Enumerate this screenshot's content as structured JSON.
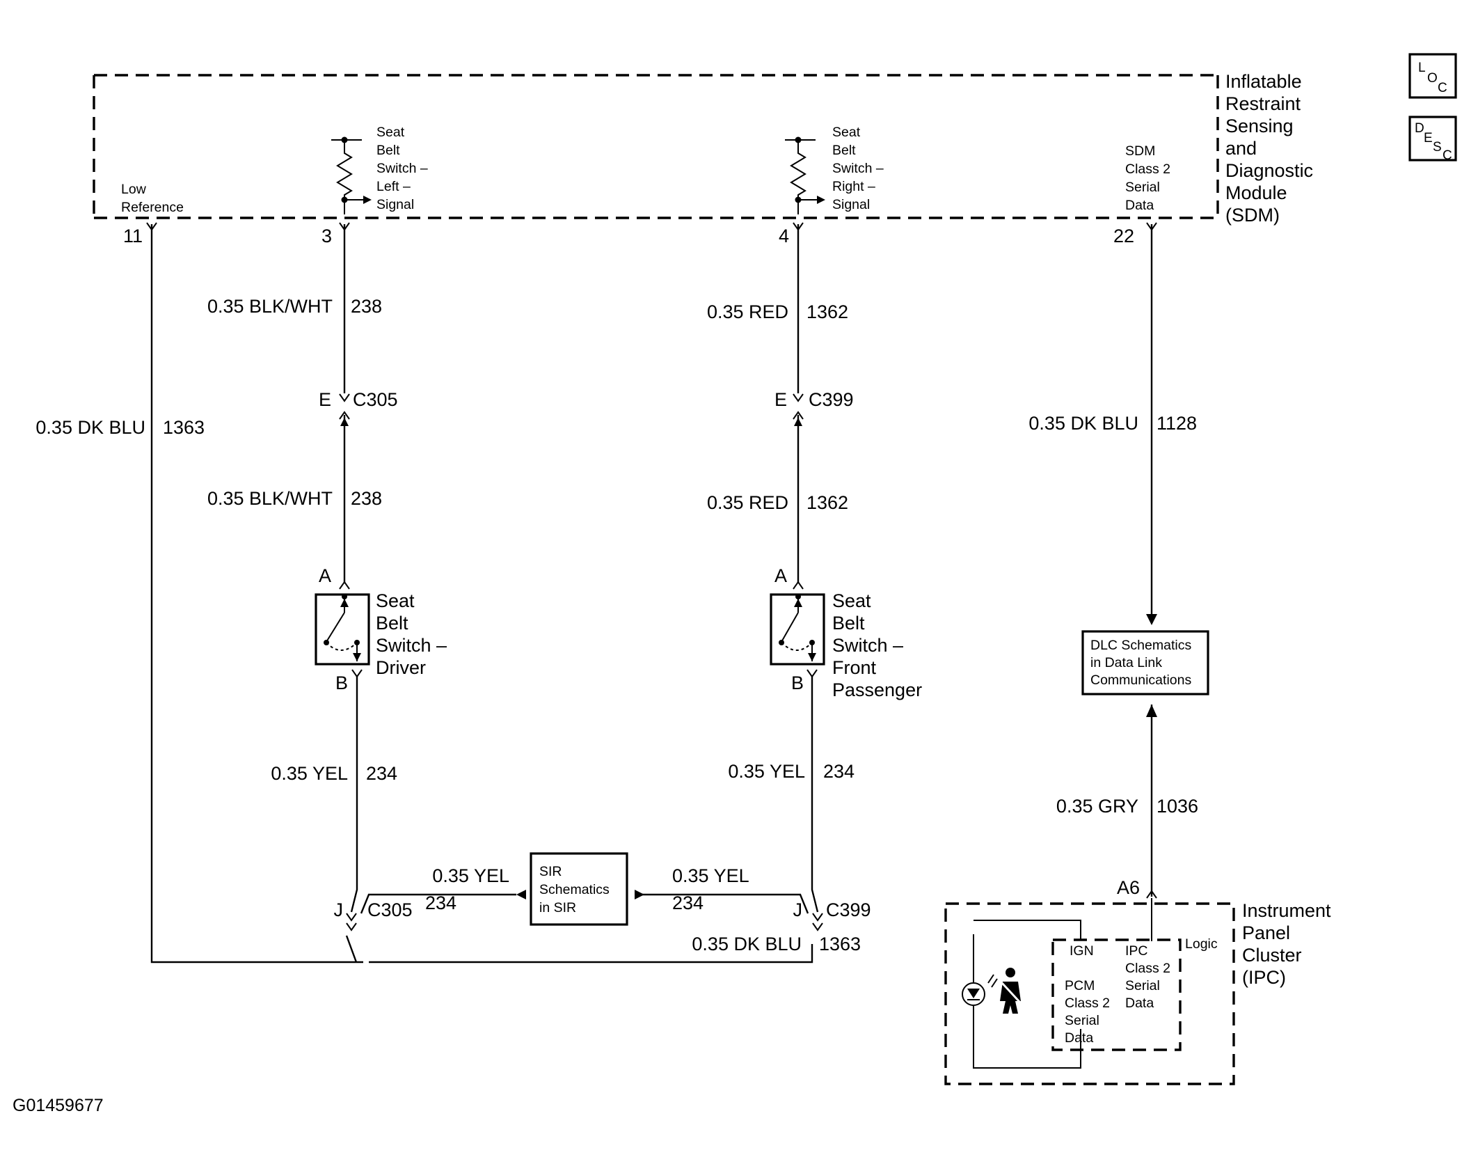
{
  "sdm": {
    "title": [
      "Inflatable",
      "Restraint",
      "Sensing",
      "and",
      "Diagnostic",
      "Module",
      "(SDM)"
    ],
    "low_ref": [
      "Low",
      "Reference"
    ],
    "sbs_left": [
      "Seat",
      "Belt",
      "Switch –",
      "Left –",
      "Signal"
    ],
    "sbs_right": [
      "Seat",
      "Belt",
      "Switch –",
      "Right –",
      "Signal"
    ],
    "serial": [
      "SDM",
      "Class 2",
      "Serial",
      "Data"
    ],
    "pins": {
      "p11": "11",
      "p3": "3",
      "p4": "4",
      "p22": "22"
    }
  },
  "icons": {
    "loc": [
      "L",
      "O",
      "C"
    ],
    "desc": [
      "D",
      "E",
      "S",
      "C"
    ]
  },
  "wires": {
    "blkwht_upper": {
      "gauge": "0.35 BLK/WHT",
      "circuit": "238"
    },
    "blkwht_lower": {
      "gauge": "0.35 BLK/WHT",
      "circuit": "238"
    },
    "red_upper": {
      "gauge": "0.35 RED",
      "circuit": "1362"
    },
    "red_lower": {
      "gauge": "0.35 RED",
      "circuit": "1362"
    },
    "dkblu_left": {
      "gauge": "0.35 DK BLU",
      "circuit": "1363"
    },
    "dkblu_right": {
      "gauge": "0.35 DK BLU",
      "circuit": "1128"
    },
    "yel_driver": {
      "gauge": "0.35 YEL",
      "circuit": "234"
    },
    "yel_pass": {
      "gauge": "0.35 YEL",
      "circuit": "234"
    },
    "yel_sir_left": {
      "gauge": "0.35 YEL",
      "circuit": "234"
    },
    "yel_sir_right": {
      "gauge": "0.35 YEL",
      "circuit": "234"
    },
    "dkblu_bottom": {
      "gauge": "0.35 DK BLU",
      "circuit": "1363"
    },
    "gry": {
      "gauge": "0.35 GRY",
      "circuit": "1036"
    }
  },
  "connectors": {
    "c305_upper": {
      "pin": "E",
      "name": "C305"
    },
    "c399_upper": {
      "pin": "E",
      "name": "C399"
    },
    "c305_lower": {
      "pin": "J",
      "name": "C305"
    },
    "c399_lower": {
      "pin": "J",
      "name": "C399"
    },
    "driver_a": "A",
    "driver_b": "B",
    "pass_a": "A",
    "pass_b": "B",
    "ipc_a6": "A6"
  },
  "switches": {
    "driver": [
      "Seat",
      "Belt",
      "Switch –",
      "Driver"
    ],
    "passenger": [
      "Seat",
      "Belt",
      "Switch –",
      "Front",
      "Passenger"
    ]
  },
  "boxes": {
    "sir": [
      "SIR",
      "Schematics",
      "in SIR"
    ],
    "dlc": [
      "DLC Schematics",
      "in Data Link",
      "Communications"
    ]
  },
  "ipc": {
    "title": [
      "Instrument",
      "Panel",
      "Cluster",
      "(IPC)"
    ],
    "ign": "IGN",
    "logic": "Logic",
    "ipc_serial": [
      "IPC",
      "Class 2",
      "Serial",
      "Data"
    ],
    "pcm_serial": [
      "PCM",
      "Class 2",
      "Serial",
      "Data"
    ]
  },
  "figure_id": "G01459677"
}
